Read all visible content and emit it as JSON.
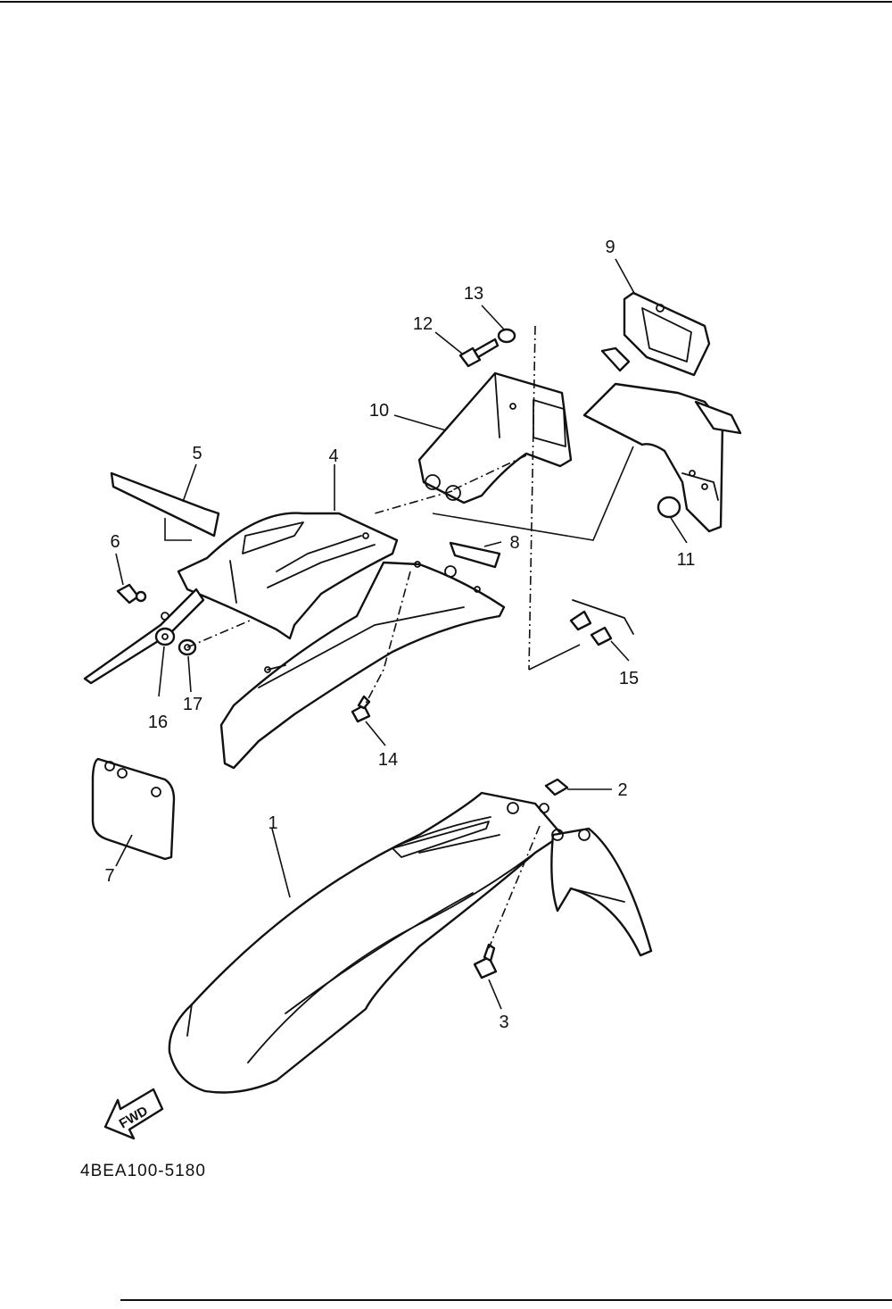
{
  "diagram": {
    "callouts": [
      {
        "id": "p1",
        "label": "1"
      },
      {
        "id": "p2",
        "label": "2"
      },
      {
        "id": "p3",
        "label": "3"
      },
      {
        "id": "p4",
        "label": "4"
      },
      {
        "id": "p5",
        "label": "5"
      },
      {
        "id": "p6",
        "label": "6"
      },
      {
        "id": "p7",
        "label": "7"
      },
      {
        "id": "p8",
        "label": "8"
      },
      {
        "id": "p9",
        "label": "9"
      },
      {
        "id": "p10",
        "label": "10"
      },
      {
        "id": "p11",
        "label": "11"
      },
      {
        "id": "p12",
        "label": "12"
      },
      {
        "id": "p13",
        "label": "13"
      },
      {
        "id": "p14",
        "label": "14"
      },
      {
        "id": "p15",
        "label": "15"
      },
      {
        "id": "p16",
        "label": "16"
      },
      {
        "id": "p17",
        "label": "17"
      }
    ],
    "fwd_label": "FWD",
    "drawing_code": "4BEA100-5180"
  }
}
